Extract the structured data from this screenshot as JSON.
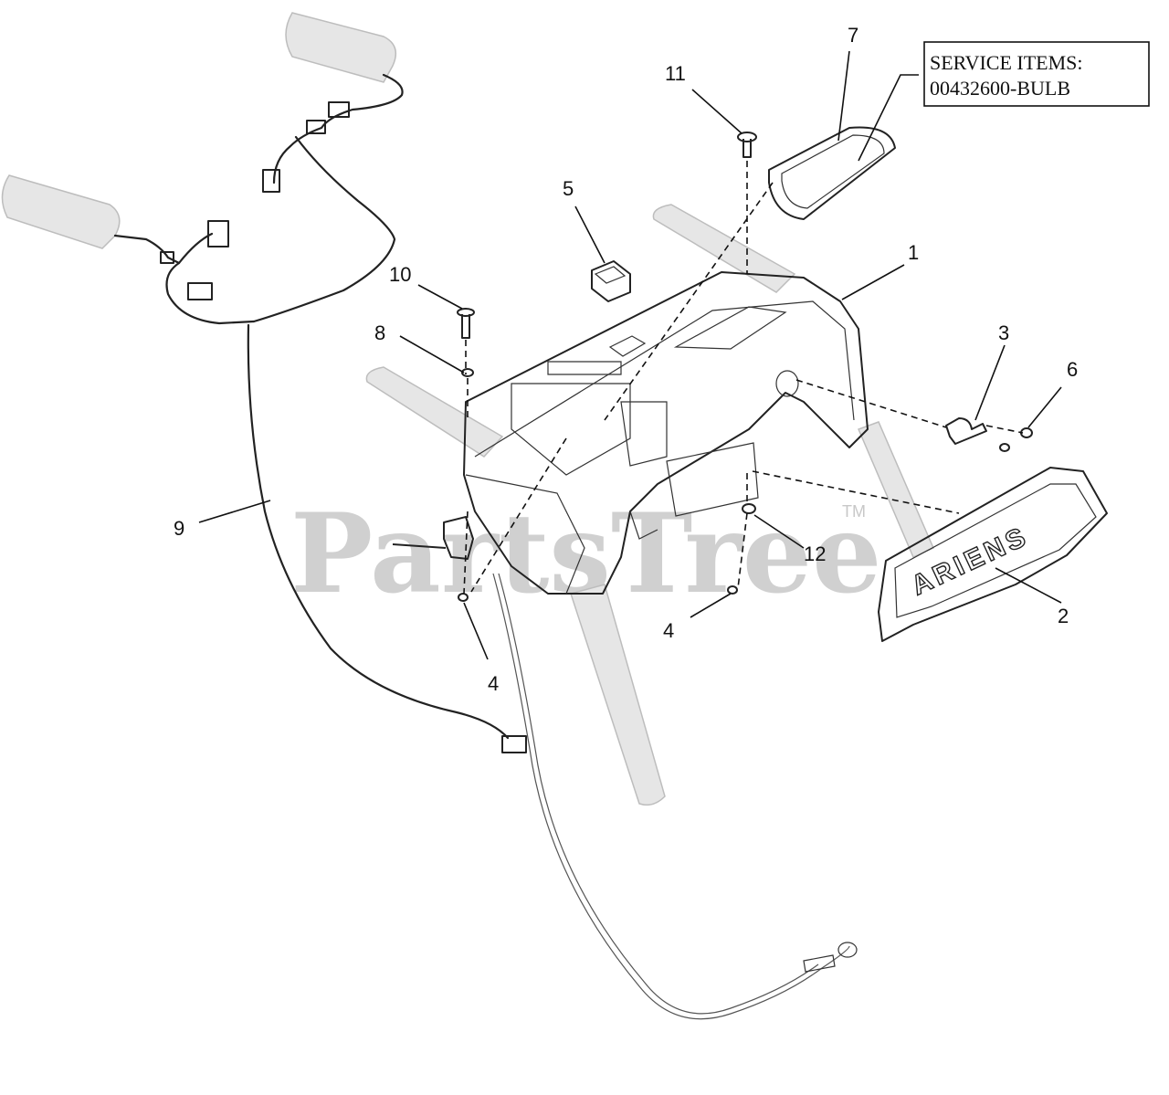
{
  "watermark": {
    "text": "PartsTree",
    "tm": "TM"
  },
  "service_box": {
    "line1": "SERVICE ITEMS:",
    "line2": "00432600-BULB"
  },
  "brand_label": "ARIENS",
  "callouts": [
    {
      "id": "c1",
      "label": "1"
    },
    {
      "id": "c2",
      "label": "2"
    },
    {
      "id": "c3",
      "label": "3"
    },
    {
      "id": "c4a",
      "label": "4"
    },
    {
      "id": "c4b",
      "label": "4"
    },
    {
      "id": "c5",
      "label": "5"
    },
    {
      "id": "c6",
      "label": "6"
    },
    {
      "id": "c7",
      "label": "7"
    },
    {
      "id": "c8",
      "label": "8"
    },
    {
      "id": "c9",
      "label": "9"
    },
    {
      "id": "c10",
      "label": "10"
    },
    {
      "id": "c11",
      "label": "11"
    },
    {
      "id": "c12",
      "label": "12"
    }
  ]
}
